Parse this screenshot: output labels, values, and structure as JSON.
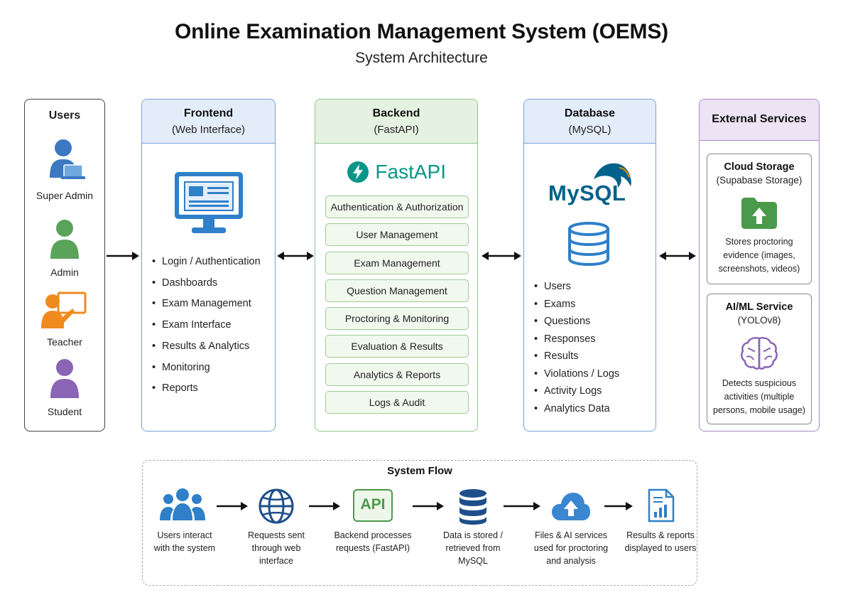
{
  "header": {
    "title": "Online Examination Management System (OEMS)",
    "subtitle": "System Architecture"
  },
  "users": {
    "title": "Users",
    "items": [
      {
        "label": "Super Admin",
        "icon": "admin-user-laptop-icon",
        "color": "#3a78c2"
      },
      {
        "label": "Admin",
        "icon": "user-icon",
        "color": "#5aa35a"
      },
      {
        "label": "Teacher",
        "icon": "teacher-board-icon",
        "color": "#ef8a1f"
      },
      {
        "label": "Student",
        "icon": "student-user-icon",
        "color": "#8a64b5"
      }
    ]
  },
  "frontend": {
    "title": "Frontend",
    "subtitle": "(Web Interface)",
    "icon": "monitor-icon",
    "items": [
      "Login / Authentication",
      "Dashboards",
      "Exam Management",
      "Exam Interface",
      "Results & Analytics",
      "Monitoring",
      "Reports"
    ]
  },
  "backend": {
    "title": "Backend",
    "subtitle": "(FastAPI)",
    "logo_text": "FastAPI",
    "modules": [
      "Authentication & Authorization",
      "User Management",
      "Exam Management",
      "Question Management",
      "Proctoring & Monitoring",
      "Evaluation & Results",
      "Analytics & Reports",
      "Logs & Audit"
    ]
  },
  "database": {
    "title": "Database",
    "subtitle": "(MySQL)",
    "logo_text": "MySQL",
    "items": [
      "Users",
      "Exams",
      "Questions",
      "Responses",
      "Results",
      "Violations / Logs",
      "Activity Logs",
      "Analytics Data"
    ]
  },
  "external": {
    "title": "External Services",
    "services": [
      {
        "title": "Cloud Storage",
        "subtitle": "(Supabase Storage)",
        "desc_lines": [
          "Stores proctoring",
          "evidence (images,",
          "screenshots, videos)"
        ],
        "icon": "folder-upload-icon"
      },
      {
        "title": "AI/ML Service",
        "subtitle": "(YOLOv8)",
        "desc_lines": [
          "Detects suspicious",
          "activities (multiple",
          "persons, mobile usage)"
        ],
        "icon": "brain-icon"
      }
    ]
  },
  "flow": {
    "title": "System Flow",
    "api_badge": "API",
    "steps": [
      {
        "icon": "users-group-icon",
        "lines": [
          "Users interact",
          "with the system"
        ]
      },
      {
        "icon": "globe-icon",
        "lines": [
          "Requests sent",
          "through web",
          "interface"
        ]
      },
      {
        "icon": "api-badge-icon",
        "lines": [
          "Backend processes",
          "requests (FastAPI)"
        ]
      },
      {
        "icon": "database-icon",
        "lines": [
          "Data is stored /",
          "retrieved from",
          "MySQL"
        ]
      },
      {
        "icon": "cloud-upload-icon",
        "lines": [
          "Files & AI services",
          "used for proctoring",
          "and analysis"
        ]
      },
      {
        "icon": "report-document-icon",
        "lines": [
          "Results & reports",
          "displayed to users"
        ]
      }
    ]
  },
  "colors": {
    "frontend_border": "#7aa1d4",
    "frontend_header": "#e3ecf9",
    "backend_border": "#8fc38b",
    "backend_header": "#e6f2e1",
    "external_border": "#a58ac9",
    "external_header": "#ece3f5",
    "fastapi_teal": "#059688",
    "mysql_blue": "#00618a",
    "mysql_orange": "#e48e00",
    "icon_blue": "#2f7fc9"
  }
}
